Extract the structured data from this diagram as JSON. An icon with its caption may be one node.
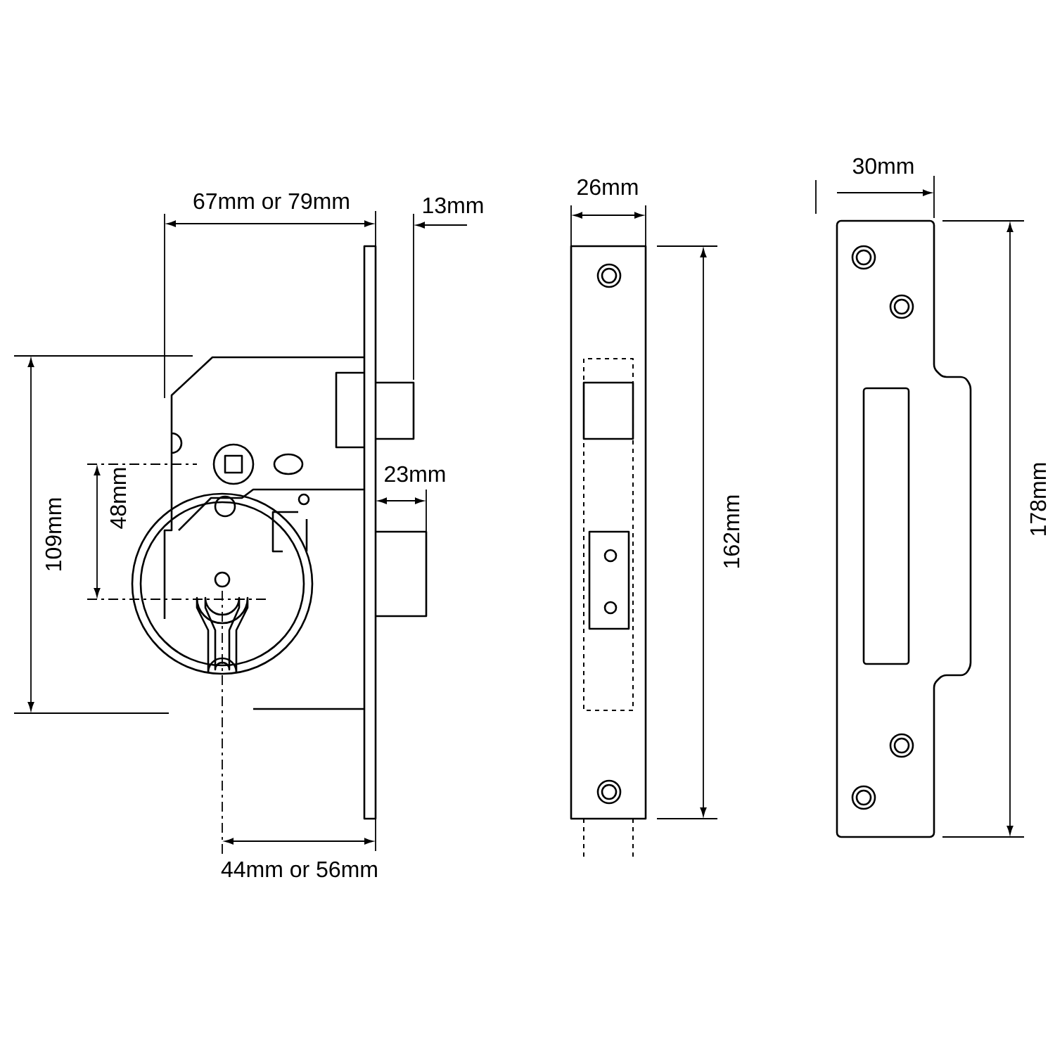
{
  "diagram": {
    "labels": [
      "67mm or 79mm",
      "13mm",
      "26mm",
      "30mm",
      "109mm",
      "48mm",
      "23mm",
      "162mm",
      "178mm",
      "44mm or 56mm"
    ]
  }
}
